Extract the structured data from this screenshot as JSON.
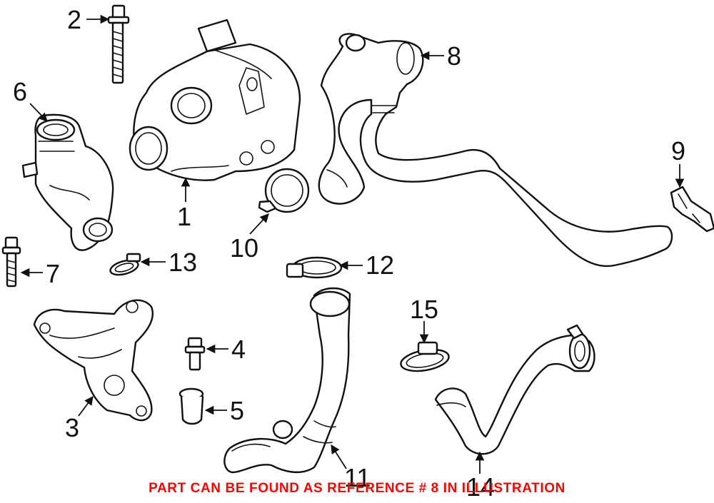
{
  "callouts": [
    "1",
    "2",
    "3",
    "4",
    "5",
    "6",
    "7",
    "8",
    "9",
    "10",
    "11",
    "12",
    "13",
    "14",
    "15"
  ],
  "notice": "PART CAN BE FOUND AS REFERENCE # 8 IN ILLUSTRATION",
  "colors": {
    "line": "#111111",
    "notice": "#ff0000",
    "background": "#ffffff"
  }
}
